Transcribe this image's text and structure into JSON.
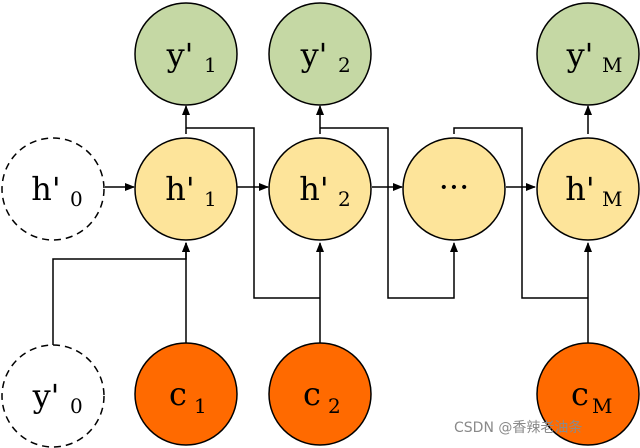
{
  "nodes": {
    "h0": {
      "main": "h'",
      "sub": "0"
    },
    "h1": {
      "main": "h'",
      "sub": "1"
    },
    "h2": {
      "main": "h'",
      "sub": "2"
    },
    "hdots": {
      "main": "···",
      "sub": ""
    },
    "hM": {
      "main": "h'",
      "sub": "M"
    },
    "y1": {
      "main": "y'",
      "sub": "1"
    },
    "y2": {
      "main": "y'",
      "sub": "2"
    },
    "yM": {
      "main": "y'",
      "sub": "M"
    },
    "y0": {
      "main": "y'",
      "sub": "0"
    },
    "c1": {
      "main": "c",
      "sub": "1"
    },
    "c2": {
      "main": "c",
      "sub": "2"
    },
    "cM": {
      "main": "c",
      "sub": "M"
    }
  },
  "colors": {
    "output_fill": "#c5d8a4",
    "hidden_fill": "#fde49a",
    "context_fill": "#ff6a00",
    "stroke": "#000000",
    "dashed_fill": "#ffffff"
  },
  "watermark": "CSDN @香辣老油条"
}
